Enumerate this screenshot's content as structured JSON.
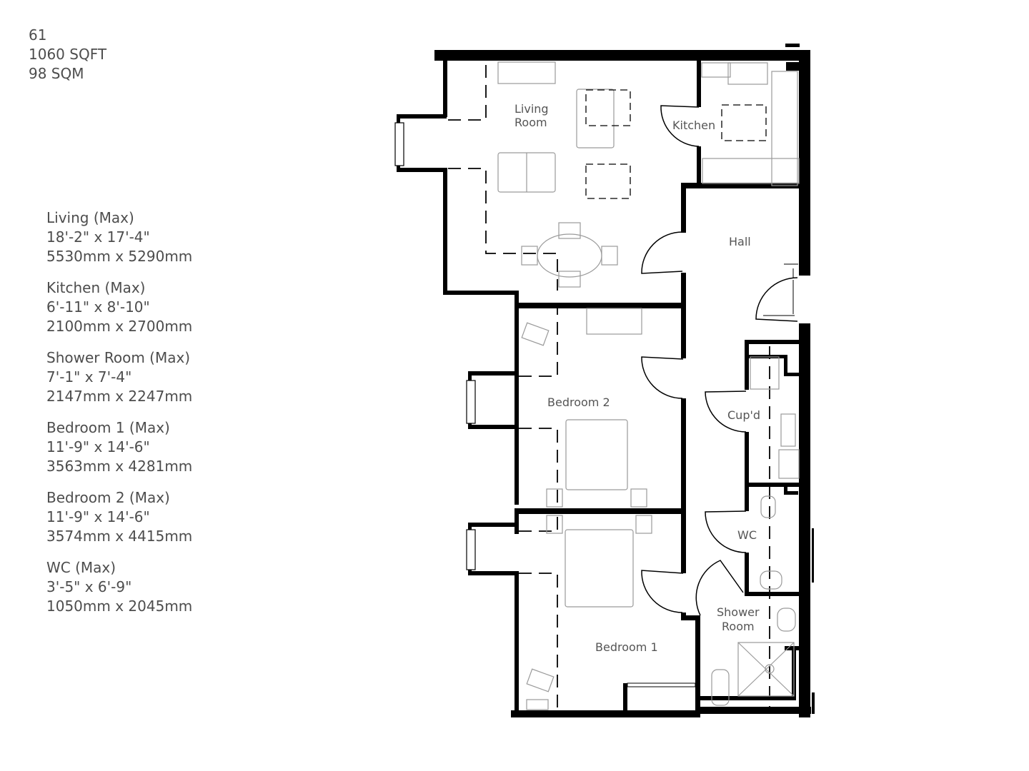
{
  "summary": {
    "unit_number": "61",
    "area_sqft": "1060 SQFT",
    "area_sqm": "98 SQM"
  },
  "room_dimensions": [
    {
      "name": "Living (Max)",
      "imperial": "18'-2\" x 17'-4\"",
      "metric": "5530mm x 5290mm"
    },
    {
      "name": "Kitchen (Max)",
      "imperial": "6'-11\" x 8'-10\"",
      "metric": "2100mm x 2700mm"
    },
    {
      "name": "Shower Room (Max)",
      "imperial": "7'-1\" x 7'-4\"",
      "metric": "2147mm x 2247mm"
    },
    {
      "name": "Bedroom 1 (Max)",
      "imperial": "11'-9\" x 14'-6\"",
      "metric": "3563mm x 4281mm"
    },
    {
      "name": "Bedroom 2 (Max)",
      "imperial": "11'-9\" x 14'-6\"",
      "metric": "3574mm x 4415mm"
    },
    {
      "name": "WC (Max)",
      "imperial": "3'-5\" x 6'-9\"",
      "metric": "1050mm x 2045mm"
    }
  ],
  "plan_labels": {
    "living_line1": "Living",
    "living_line2": "Room",
    "kitchen": "Kitchen",
    "hall": "Hall",
    "bedroom2": "Bedroom 2",
    "bedroom1": "Bedroom 1",
    "cupd": "Cup'd",
    "wc": "WC",
    "shower_line1": "Shower",
    "shower_line2": "Room"
  },
  "colors": {
    "wall": "#000000",
    "furniture": "#9a9a9a",
    "text": "#4d4d4d",
    "background": "#ffffff"
  }
}
